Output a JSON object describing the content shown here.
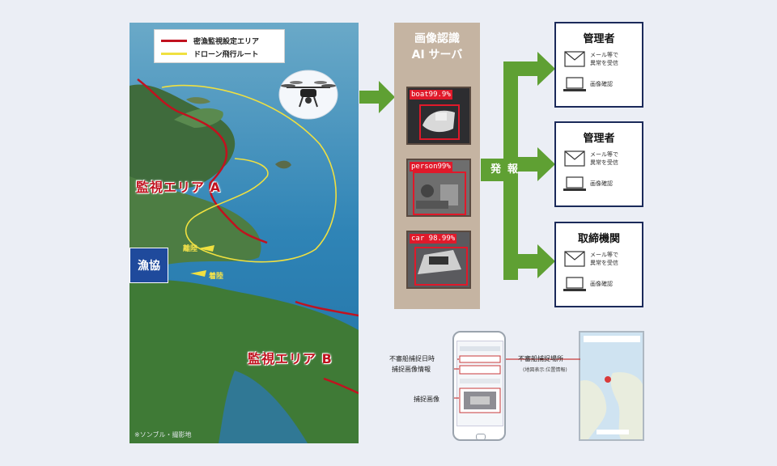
{
  "legend": {
    "items": [
      {
        "label": "密漁監視設定エリア",
        "color": "#c1121f"
      },
      {
        "label": "ドローン飛行ルート",
        "color": "#f0e040"
      }
    ]
  },
  "map": {
    "area_a": "監視エリア A",
    "area_b": "監視エリア B",
    "gyokyo": "漁協",
    "takeoff": "離陸",
    "landing": "着陸",
    "caption": "※ソンブル・撮影地"
  },
  "ai_server": {
    "title_line1": "画像認識",
    "title_line2": "AI サーバ",
    "detections": [
      {
        "tag": "boat99.9%"
      },
      {
        "tag": "person99%"
      },
      {
        "tag": "car 98.99%"
      }
    ]
  },
  "notify": {
    "label": "発報"
  },
  "recipients": [
    {
      "title": "管理者",
      "mail_line1": "メール等で",
      "mail_line2": "異常を受信",
      "image": "画像確認"
    },
    {
      "title": "管理者",
      "mail_line1": "メール等で",
      "mail_line2": "異常を受信",
      "image": "画像確認"
    },
    {
      "title": "取締機関",
      "mail_line1": "メール等で",
      "mail_line2": "異常を受信",
      "image": "画像確認"
    }
  ],
  "smartphone": {
    "ann_datetime": "不審船捕捉日時",
    "ann_imageinfo": "捕捉画像情報",
    "ann_image": "捕捉画像",
    "ann_location": "不審船捕捉場所",
    "ann_location_sub": "(地図表示:位置情報)"
  },
  "colors": {
    "arrow_green": "#5fa033",
    "border_navy": "#1b2a5a",
    "ai_column": "#c5b4a2",
    "detect_red": "#e0192a"
  }
}
